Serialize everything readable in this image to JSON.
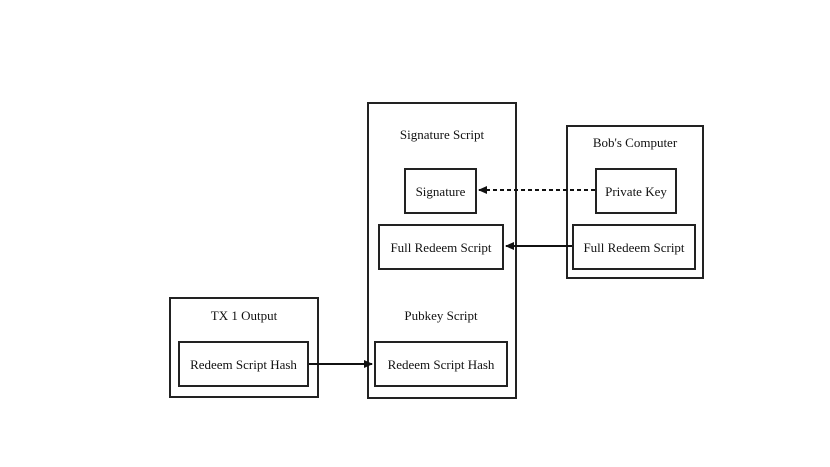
{
  "tx1_output": {
    "title": "TX 1 Output",
    "redeem_script_hash": "Redeem Script Hash"
  },
  "signature_script": {
    "title": "Signature Script",
    "signature": "Signature",
    "full_redeem_script": "Full Redeem Script"
  },
  "pubkey_script": {
    "title": "Pubkey Script",
    "redeem_script_hash": "Redeem Script Hash"
  },
  "bobs_computer": {
    "title": "Bob's Computer",
    "private_key": "Private Key",
    "full_redeem_script": "Full Redeem Script"
  }
}
